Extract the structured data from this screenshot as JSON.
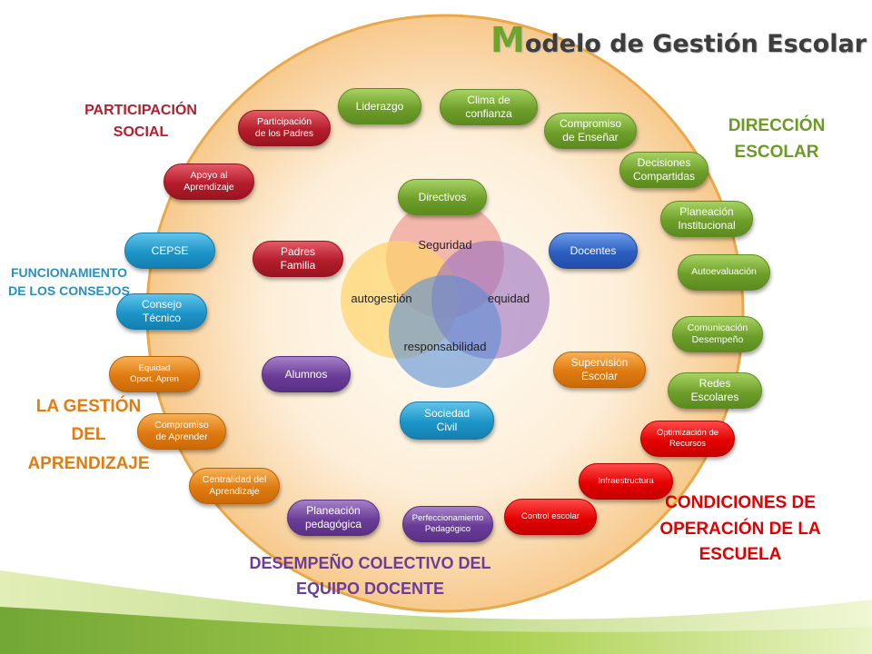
{
  "title": {
    "initial": "M",
    "rest": "odelo de Gestión Escolar"
  },
  "sections": {
    "participacion": "PARTICIPACIÓN\nSOCIAL",
    "direccion": "DIRECCIÓN\nESCOLAR",
    "funcionamiento": "FUNCIONAMIENTO\nDE LOS CONSEJOS",
    "aprendizaje": "LA GESTIÓN\nDEL\nAPRENDIZAJE",
    "condiciones": "CONDICIONES DE\nOPERACIÓN DE LA\nESCUELA",
    "desempeno": "DESEMPEÑO COLECTIVO DEL\nEQUIPO DOCENTE"
  },
  "ring": {
    "liderazgo": "Liderazgo",
    "clima": "Clima de\nconfianza",
    "compromiso_ensenar": "Compromiso\nde Enseñar",
    "decisiones": "Decisiones\nCompartidas",
    "planeacion_inst": "Planeación\nInstitucional",
    "autoevaluacion": "Autoevaluación",
    "comunicacion": "Comunicación\nDesempeño",
    "redes": "Redes\nEscolares",
    "optimizacion": "Optimización de\nRecursos",
    "infraestructura": "Infraestructura",
    "control": "Control escolar",
    "perfeccionamiento": "Perfeccionamiento\nPedagógico",
    "planeacion_ped": "Planeación\npedagógica",
    "centralidad": "Centralidad del\nAprendizaje",
    "compromiso_aprender": "Compromiso\nde Aprender",
    "equidad_oport": "Equidad\nOport.  Apren",
    "consejo": "Consejo\nTécnico",
    "cepse": "CEPSE",
    "apoyo": "Apoyo al\nAprendizaje",
    "participacion_padres": "Participación\nde los Padres"
  },
  "inner": {
    "directivos": "Directivos",
    "docentes": "Docentes",
    "padres": "Padres\nFamilia",
    "alumnos": "Alumnos",
    "supervision": "Supervisión\nEscolar",
    "sociedad": "Sociedad\nCivil"
  },
  "venn": {
    "seguridad": "Seguridad",
    "autogestion": "autogestión",
    "equidad": "equidad",
    "responsabilidad": "responsabilidad"
  }
}
